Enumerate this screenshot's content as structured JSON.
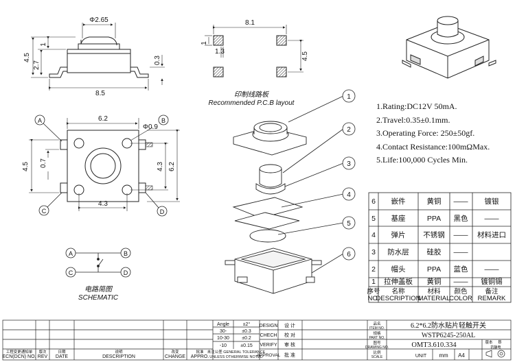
{
  "top_view_dims": {
    "cap_dia": "Φ2.65",
    "w_85": "8.5",
    "h_45": "4.5",
    "h_27": "2.7",
    "h_1": "1",
    "h_03": "0.3"
  },
  "pcb_layout": {
    "dim_81": "8.1",
    "dim_13": "1.3",
    "dim_1": "1",
    "dim_45": "4.5",
    "title_cn": "印制线路板",
    "title_en": "Recommended P.C.B layout"
  },
  "bottom_view": {
    "dim_62_top": "6.2",
    "dim_09": "Φ0.9",
    "dim_45": "4.5",
    "dim_07": "0.7",
    "dim_43_right": "4.3",
    "dim_62_right": "6.2",
    "dim_43_bottom": "4.3",
    "labels": [
      "A",
      "B",
      "C",
      "D"
    ]
  },
  "schematic": {
    "labels": [
      "A",
      "B",
      "C",
      "D"
    ],
    "title_cn": "电路简图",
    "title_en": "SCHEMATIC"
  },
  "callouts": [
    "1",
    "2",
    "3",
    "4",
    "5",
    "6"
  ],
  "specs": [
    "1.Rating:DC12V   50mA.",
    "2.Travel:0.35±0.1mm.",
    "3.Operating Force: 250±50gf.",
    "4.Contact Resistance:100mΩMax.",
    "5.Life:100,000 Cycles Min."
  ],
  "bom": {
    "rows": [
      {
        "no": "6",
        "desc": "嵌件",
        "mat": "黄铜",
        "color": "——",
        "remark": "镀银"
      },
      {
        "no": "5",
        "desc": "基座",
        "mat": "PPA",
        "color": "黑色",
        "remark": "——"
      },
      {
        "no": "4",
        "desc": "弹片",
        "mat": "不锈钢",
        "color": "——",
        "remark": "材料进口"
      },
      {
        "no": "3",
        "desc": "防水层",
        "mat": "硅胶",
        "color": "——",
        "remark": ""
      },
      {
        "no": "2",
        "desc": "帽头",
        "mat": "PPA",
        "color": "蓝色",
        "remark": "——"
      },
      {
        "no": "1",
        "desc": "拉伸盖板",
        "mat": "黄铜",
        "color": "——",
        "remark": "镀铜锡"
      }
    ],
    "header": {
      "no_cn": "序号",
      "no_en": "NO.",
      "desc_cn": "名称",
      "desc_en": "DESCRIPTION",
      "mat_cn": "材料",
      "mat_en": "MATERIAL",
      "color_cn": "颜色",
      "color_en": "COLOR",
      "remark_cn": "备注",
      "remark_en": "REMARK"
    }
  },
  "title_block": {
    "tolerance": {
      "angle_label": "Angle",
      "angle_val": "±2°",
      "r1": "30-",
      "r1v": "±0.3",
      "r2": "10-30",
      "r2v": "±0.2",
      "r3": "-10",
      "r3v": "±0.15"
    },
    "design_en": "DESIGN",
    "design_cn": "设 计",
    "check_en": "CHECH",
    "check_cn": "校 对",
    "verify_en": "VERIFY",
    "verify_cn": "审 核",
    "approval_en": "APPROVAL",
    "approval_cn": "批 准",
    "tol_cn": "未注公差",
    "tol_en1": "GENERAL TOLERANCE",
    "tol_en2": "UNLESS OTHERWISE NOTED",
    "ecn_cn": "工程变更通知单",
    "ecn_en": "ECN(DCN) NO.",
    "rev_cn": "版次",
    "rev_en": "REV",
    "date_cn": "日期",
    "date_en": "DATE",
    "desc_cn": "说明",
    "desc_en": "DESCRIPTION",
    "change_cn": "改变",
    "change_en": "CHANGE",
    "appro_cn": "批准",
    "appro_en": "APPRO.",
    "name_cn": "品名",
    "name_en": "ITEM NO.",
    "name_val": "6.2*6.2防水贴片轻触开关",
    "spec_cn": "规格",
    "spec_en": "PART NO.",
    "spec_val": "WSTP6245-250AL",
    "drawing_cn": "图号",
    "drawing_en": "DRAWING NO.",
    "drawing_val": "OMT3.610.334",
    "version_cn": "版本",
    "version_val": "B",
    "version_sub": "抗静电",
    "scale_cn": "比例",
    "scale_en": "SCALE",
    "unit_en": "UNIT",
    "unit_val": "mm",
    "size_val": "A4"
  }
}
